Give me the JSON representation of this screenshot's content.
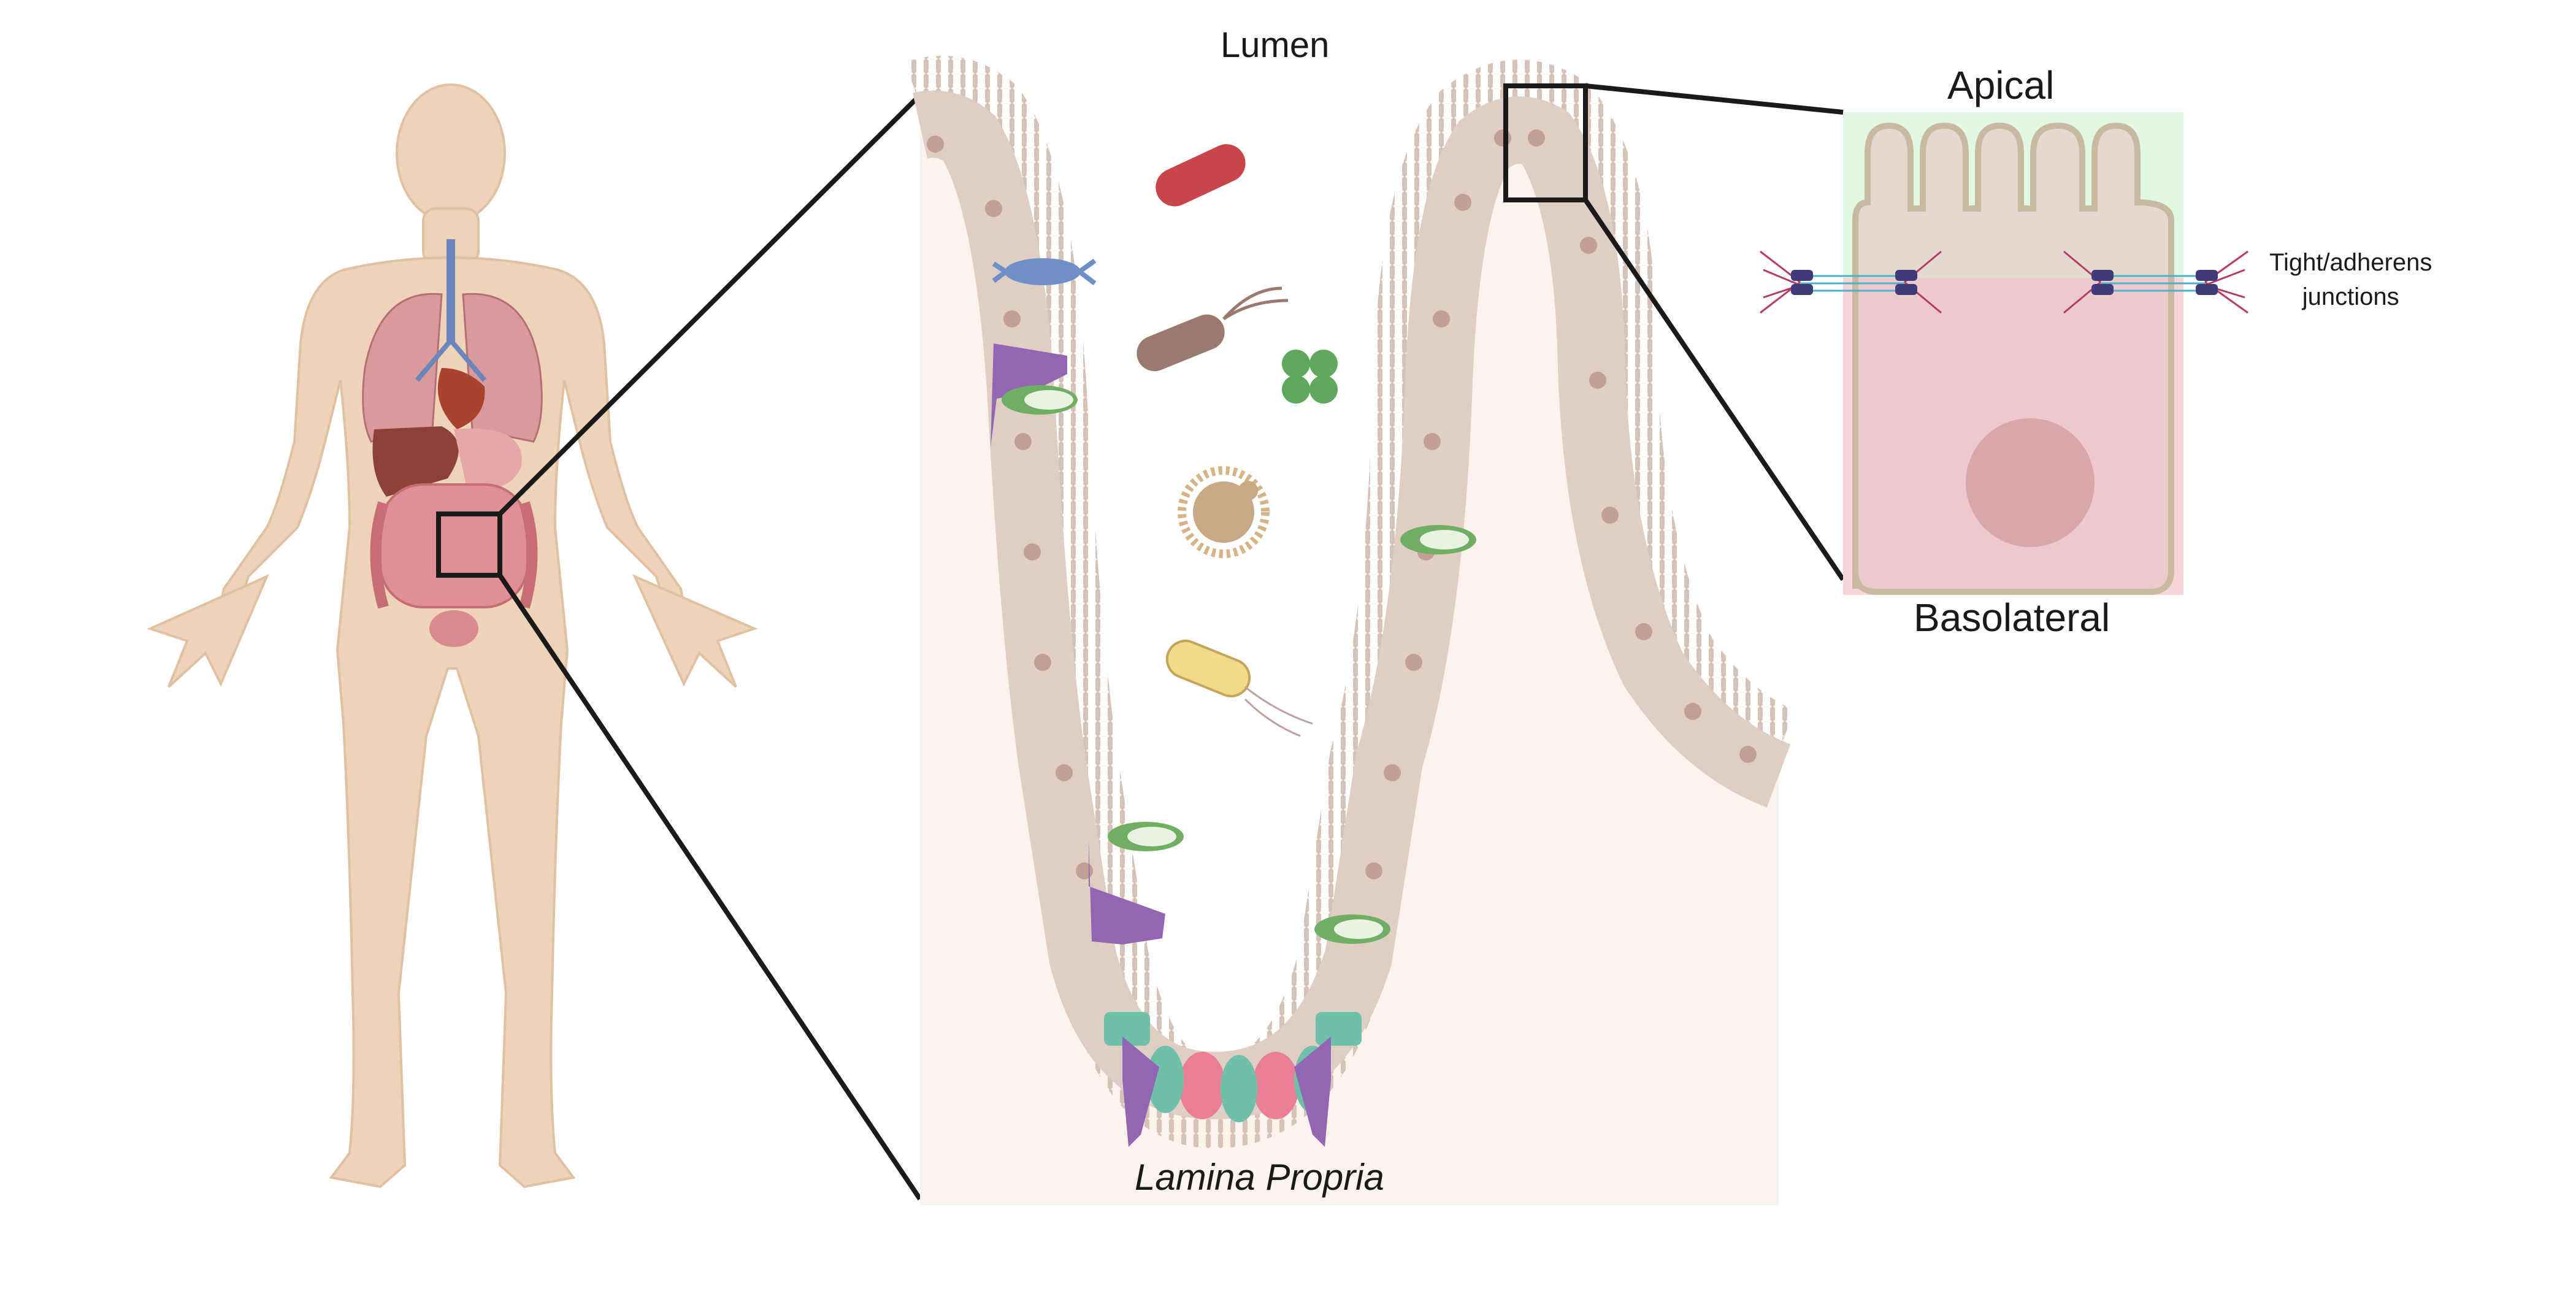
{
  "labels": {
    "lumen": "Lumen",
    "lamina_propria": "Lamina Propria",
    "apical": "Apical",
    "basolateral": "Basolateral",
    "junctions_line1": "Tight/adherens",
    "junctions_line2": "junctions"
  },
  "colors": {
    "skin": "#edd3b8",
    "epithelium": "#dfcec4",
    "nucleus": "#c2a093",
    "lamina_bg": "#fdf3ed",
    "apical_zone": "#e3f8e4",
    "basolateral_zone": "#f7d6d7",
    "goblet": "#6fae63",
    "tuft": "#9266b0",
    "paneth": "#e87f96",
    "stem": "#6fbfab",
    "outline": "#1a1a1a"
  }
}
